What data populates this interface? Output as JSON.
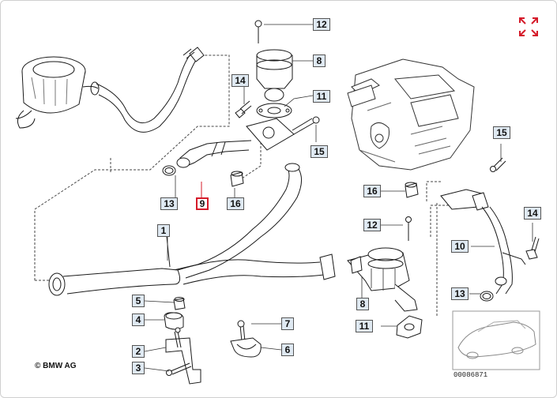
{
  "diagram": {
    "copyright": "© BMW AG",
    "diagram_id": "00086871",
    "highlighted_part": "9",
    "accent_color": "#d51b2a",
    "label_bg_color": "#dfe9f2",
    "labels": {
      "p12a": "12",
      "p8a": "8",
      "p14a": "14",
      "p11a": "11",
      "p15a": "15",
      "p13a": "13",
      "p9": "9",
      "p16a": "16",
      "p1": "1",
      "p15b": "15",
      "p16b": "16",
      "p12b": "12",
      "p14b": "14",
      "p10": "10",
      "p13b": "13",
      "p8b": "8",
      "p11b": "11",
      "p5": "5",
      "p4": "4",
      "p7": "7",
      "p2": "2",
      "p6": "6",
      "p3": "3"
    }
  },
  "controls": {
    "expand_icon": "expand-icon"
  }
}
